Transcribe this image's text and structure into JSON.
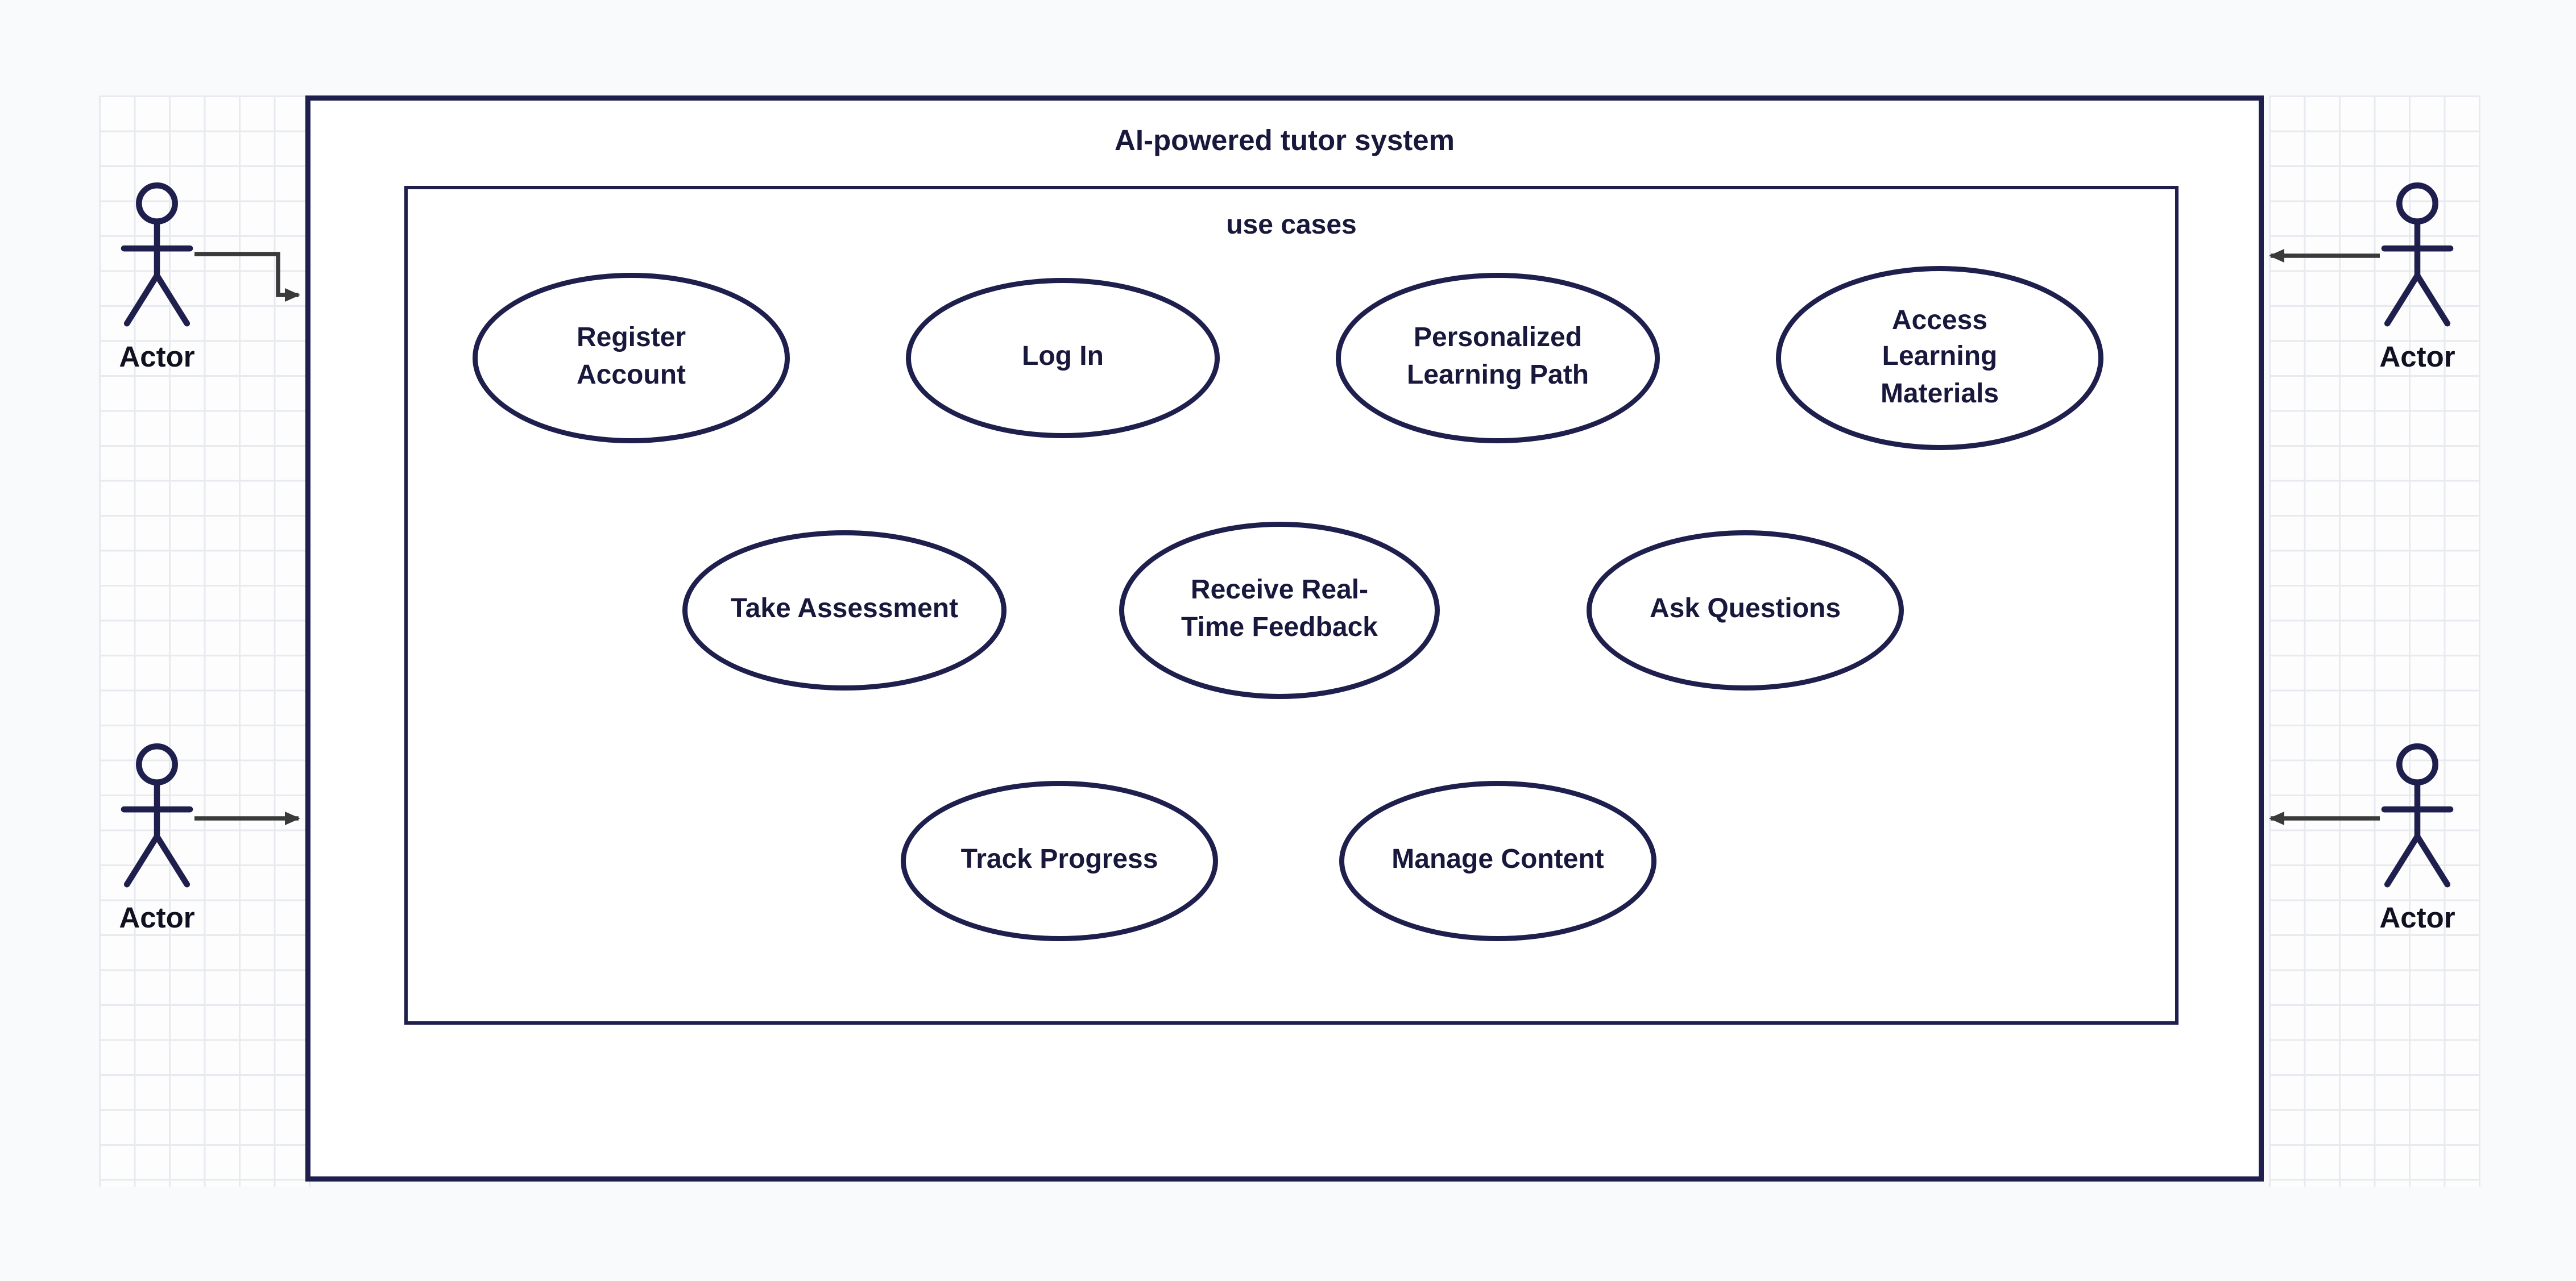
{
  "diagram": {
    "system_title": "AI-powered tutor system",
    "container_title": "use cases"
  },
  "use_cases": [
    {
      "label": "Register Account"
    },
    {
      "label": "Log In"
    },
    {
      "label": "Personalized Learning Path"
    },
    {
      "label": "Access Learning Materials"
    },
    {
      "label": "Take Assessment"
    },
    {
      "label": "Receive Real-Time Feedback"
    },
    {
      "label": "Ask Questions"
    },
    {
      "label": "Track Progress"
    },
    {
      "label": "Manage Content"
    }
  ],
  "actors": [
    {
      "label": "Actor",
      "position": "top-left"
    },
    {
      "label": "Actor",
      "position": "bottom-left"
    },
    {
      "label": "Actor",
      "position": "top-right"
    },
    {
      "label": "Actor",
      "position": "bottom-right"
    }
  ],
  "colors": {
    "shape_outline": "#1f1f4e",
    "shape_fill": "#ffffff",
    "text": "#18183c",
    "arrow": "#3a3a3a",
    "grid_line": "#e7eaee",
    "page_background": "#f9fafb"
  }
}
